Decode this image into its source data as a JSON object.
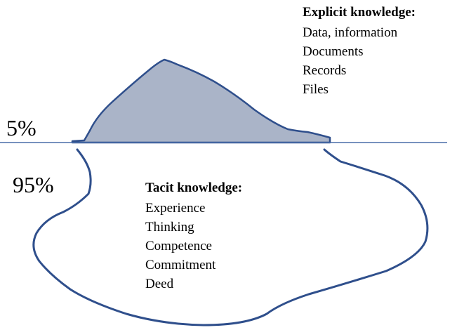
{
  "explicit": {
    "heading": "Explicit knowledge:",
    "items": [
      "Data, information",
      "Documents",
      "Records",
      "Files"
    ],
    "percent": "5%"
  },
  "tacit": {
    "heading": "Tacit knowledge:",
    "items": [
      "Experience",
      "Thinking",
      "Competence",
      "Commitment",
      "Deed"
    ],
    "percent": "95%"
  },
  "colors": {
    "outline": "#2f4f8c",
    "fill": "#aab4c8",
    "waterline": "#4a6fa8"
  }
}
